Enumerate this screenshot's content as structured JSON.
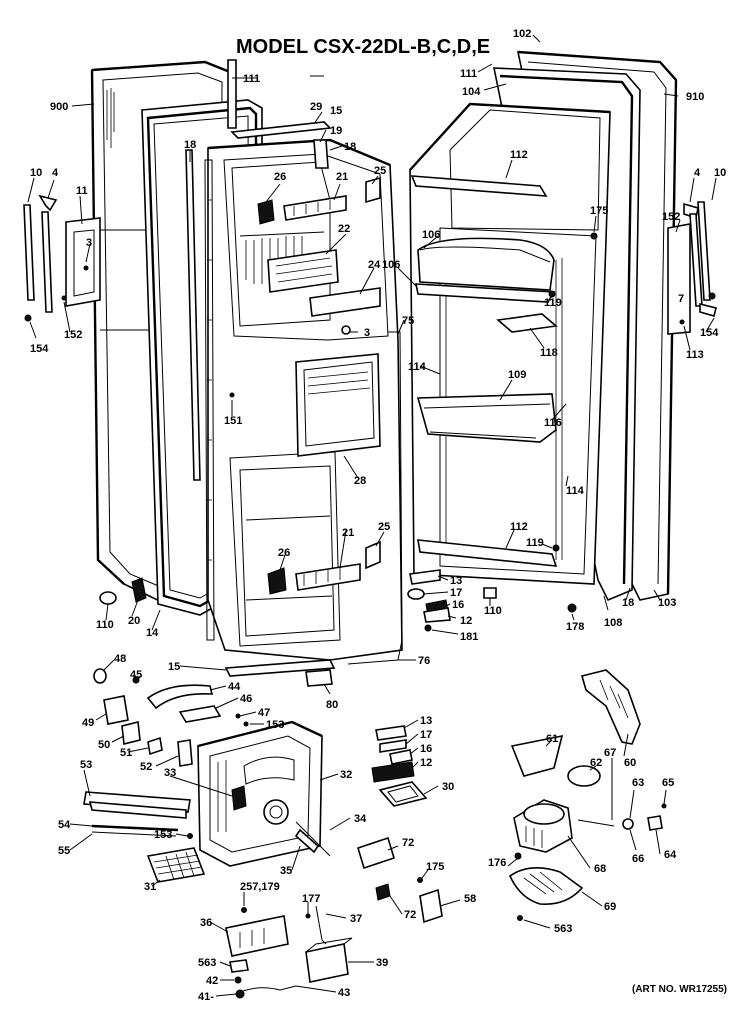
{
  "title": "MODEL CSX-22DL-B,C,D,E",
  "art_no": "(ART NO. WR17255)",
  "labels": [
    {
      "id": "l102",
      "text": "102"
    },
    {
      "id": "l111a",
      "text": "111"
    },
    {
      "id": "l111b",
      "text": "111"
    },
    {
      "id": "l104",
      "text": "104"
    },
    {
      "id": "l910",
      "text": "910"
    },
    {
      "id": "l900",
      "text": "900"
    },
    {
      "id": "l29",
      "text": "29"
    },
    {
      "id": "l15a",
      "text": "15"
    },
    {
      "id": "l19",
      "text": "19"
    },
    {
      "id": "l18a",
      "text": "18"
    },
    {
      "id": "l18b",
      "text": "18"
    },
    {
      "id": "l112a",
      "text": "112"
    },
    {
      "id": "l10a",
      "text": "10"
    },
    {
      "id": "l4a",
      "text": "4"
    },
    {
      "id": "l10b",
      "text": "10"
    },
    {
      "id": "l4b",
      "text": "4"
    },
    {
      "id": "l26a",
      "text": "26"
    },
    {
      "id": "l21a",
      "text": "21"
    },
    {
      "id": "l25a",
      "text": "25"
    },
    {
      "id": "l11",
      "text": "11"
    },
    {
      "id": "l175a",
      "text": "175"
    },
    {
      "id": "l152a",
      "text": "152"
    },
    {
      "id": "l106a",
      "text": "106"
    },
    {
      "id": "l22",
      "text": "22"
    },
    {
      "id": "l3a",
      "text": "3"
    },
    {
      "id": "l7",
      "text": "7"
    },
    {
      "id": "l106b",
      "text": "106"
    },
    {
      "id": "l24",
      "text": "24"
    },
    {
      "id": "l119a",
      "text": "119"
    },
    {
      "id": "l154a",
      "text": "154"
    },
    {
      "id": "l152b",
      "text": "152"
    },
    {
      "id": "l75",
      "text": "75"
    },
    {
      "id": "l3b",
      "text": "3"
    },
    {
      "id": "l154b",
      "text": "154"
    },
    {
      "id": "l118",
      "text": "118"
    },
    {
      "id": "l113",
      "text": "113"
    },
    {
      "id": "l114a",
      "text": "114"
    },
    {
      "id": "l109",
      "text": "109"
    },
    {
      "id": "l151",
      "text": "151"
    },
    {
      "id": "l116",
      "text": "116"
    },
    {
      "id": "l28",
      "text": "28"
    },
    {
      "id": "l114b",
      "text": "114"
    },
    {
      "id": "l112b",
      "text": "112"
    },
    {
      "id": "l21b",
      "text": "21"
    },
    {
      "id": "l25b",
      "text": "25"
    },
    {
      "id": "l119b",
      "text": "119"
    },
    {
      "id": "l26b",
      "text": "26"
    },
    {
      "id": "l13a",
      "text": "13"
    },
    {
      "id": "l17a",
      "text": "17"
    },
    {
      "id": "l16a",
      "text": "16"
    },
    {
      "id": "l110a",
      "text": "110"
    },
    {
      "id": "l20",
      "text": "20"
    },
    {
      "id": "l14",
      "text": "14"
    },
    {
      "id": "l110b",
      "text": "110"
    },
    {
      "id": "l12a",
      "text": "12"
    },
    {
      "id": "l18c",
      "text": "18"
    },
    {
      "id": "l103",
      "text": "103"
    },
    {
      "id": "l181",
      "text": "181"
    },
    {
      "id": "l178a",
      "text": "178"
    },
    {
      "id": "l108",
      "text": "108"
    },
    {
      "id": "l15b",
      "text": "15"
    },
    {
      "id": "l76",
      "text": "76"
    },
    {
      "id": "l48",
      "text": "48"
    },
    {
      "id": "l45",
      "text": "45"
    },
    {
      "id": "l44",
      "text": "44"
    },
    {
      "id": "l80",
      "text": "80"
    },
    {
      "id": "l46",
      "text": "46"
    },
    {
      "id": "l49",
      "text": "49"
    },
    {
      "id": "l47",
      "text": "47"
    },
    {
      "id": "l153a",
      "text": "153"
    },
    {
      "id": "l13b",
      "text": "13"
    },
    {
      "id": "l50",
      "text": "50"
    },
    {
      "id": "l17b",
      "text": "17"
    },
    {
      "id": "l61",
      "text": "61"
    },
    {
      "id": "l51",
      "text": "51"
    },
    {
      "id": "l16b",
      "text": "16"
    },
    {
      "id": "l60",
      "text": "60"
    },
    {
      "id": "l52",
      "text": "52"
    },
    {
      "id": "l62",
      "text": "62"
    },
    {
      "id": "l12b",
      "text": "12"
    },
    {
      "id": "l53",
      "text": "53"
    },
    {
      "id": "l33",
      "text": "33"
    },
    {
      "id": "l32",
      "text": "32"
    },
    {
      "id": "l67",
      "text": "67"
    },
    {
      "id": "l63",
      "text": "63"
    },
    {
      "id": "l65",
      "text": "65"
    },
    {
      "id": "l30",
      "text": "30"
    },
    {
      "id": "l54",
      "text": "54"
    },
    {
      "id": "l34",
      "text": "34"
    },
    {
      "id": "l153b",
      "text": "153"
    },
    {
      "id": "l55",
      "text": "55"
    },
    {
      "id": "l72a",
      "text": "72"
    },
    {
      "id": "l66",
      "text": "66"
    },
    {
      "id": "l64",
      "text": "64"
    },
    {
      "id": "l35",
      "text": "35"
    },
    {
      "id": "l176",
      "text": "176"
    },
    {
      "id": "l68",
      "text": "68"
    },
    {
      "id": "l175b",
      "text": "175"
    },
    {
      "id": "l31",
      "text": "31"
    },
    {
      "id": "l69",
      "text": "69"
    },
    {
      "id": "l257",
      "text": "257,179"
    },
    {
      "id": "l58",
      "text": "58"
    },
    {
      "id": "l72b",
      "text": "72"
    },
    {
      "id": "l177",
      "text": "177"
    },
    {
      "id": "l36",
      "text": "36"
    },
    {
      "id": "l37",
      "text": "37"
    },
    {
      "id": "l563a",
      "text": "563"
    },
    {
      "id": "l563b",
      "text": "563"
    },
    {
      "id": "l39",
      "text": "39"
    },
    {
      "id": "l42",
      "text": "42"
    },
    {
      "id": "l41",
      "text": "41-"
    },
    {
      "id": "l43",
      "text": "43"
    }
  ]
}
